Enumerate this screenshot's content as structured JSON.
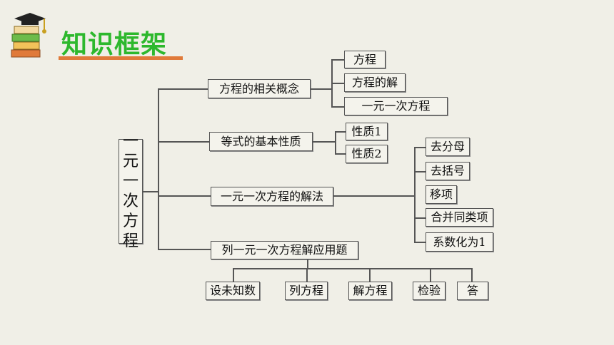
{
  "header": {
    "title": "知识框架",
    "icon": "books-graduation-cap-icon",
    "accent_color": "#2db82d",
    "underline_color": "#e07a3a"
  },
  "diagram": {
    "root": [
      "一",
      "元",
      "一",
      "次",
      "方",
      "程"
    ],
    "branches": [
      {
        "label": "方程的相关概念",
        "children": [
          "方程",
          "方程的解",
          "一元一次方程"
        ]
      },
      {
        "label": "等式的基本性质",
        "children": [
          "性质1",
          "性质2"
        ]
      },
      {
        "label": "一元一次方程的解法",
        "children": [
          "去分母",
          "去括号",
          "移项",
          "合并同类项",
          "系数化为1"
        ]
      },
      {
        "label": "列一元一次方程解应用题",
        "children": [
          "设未知数",
          "列方程",
          "解方程",
          "检验",
          "答"
        ]
      }
    ]
  }
}
